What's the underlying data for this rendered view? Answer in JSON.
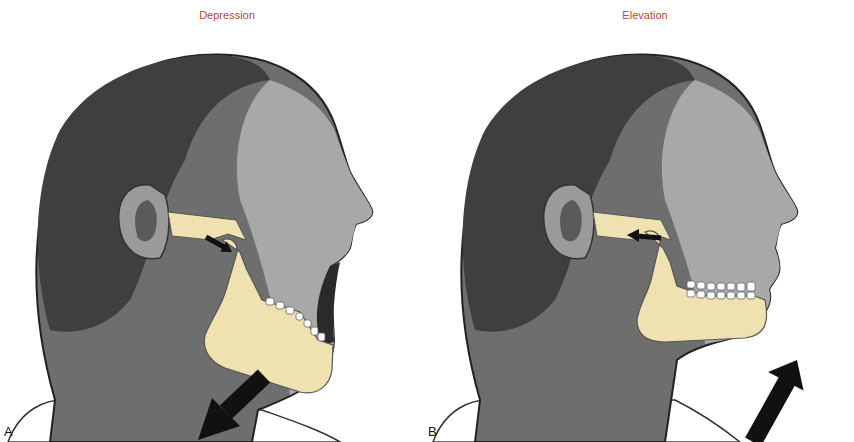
{
  "diagram": {
    "labels": [
      "Depression",
      "Elevation",
      "A",
      "B"
    ]
  }
}
